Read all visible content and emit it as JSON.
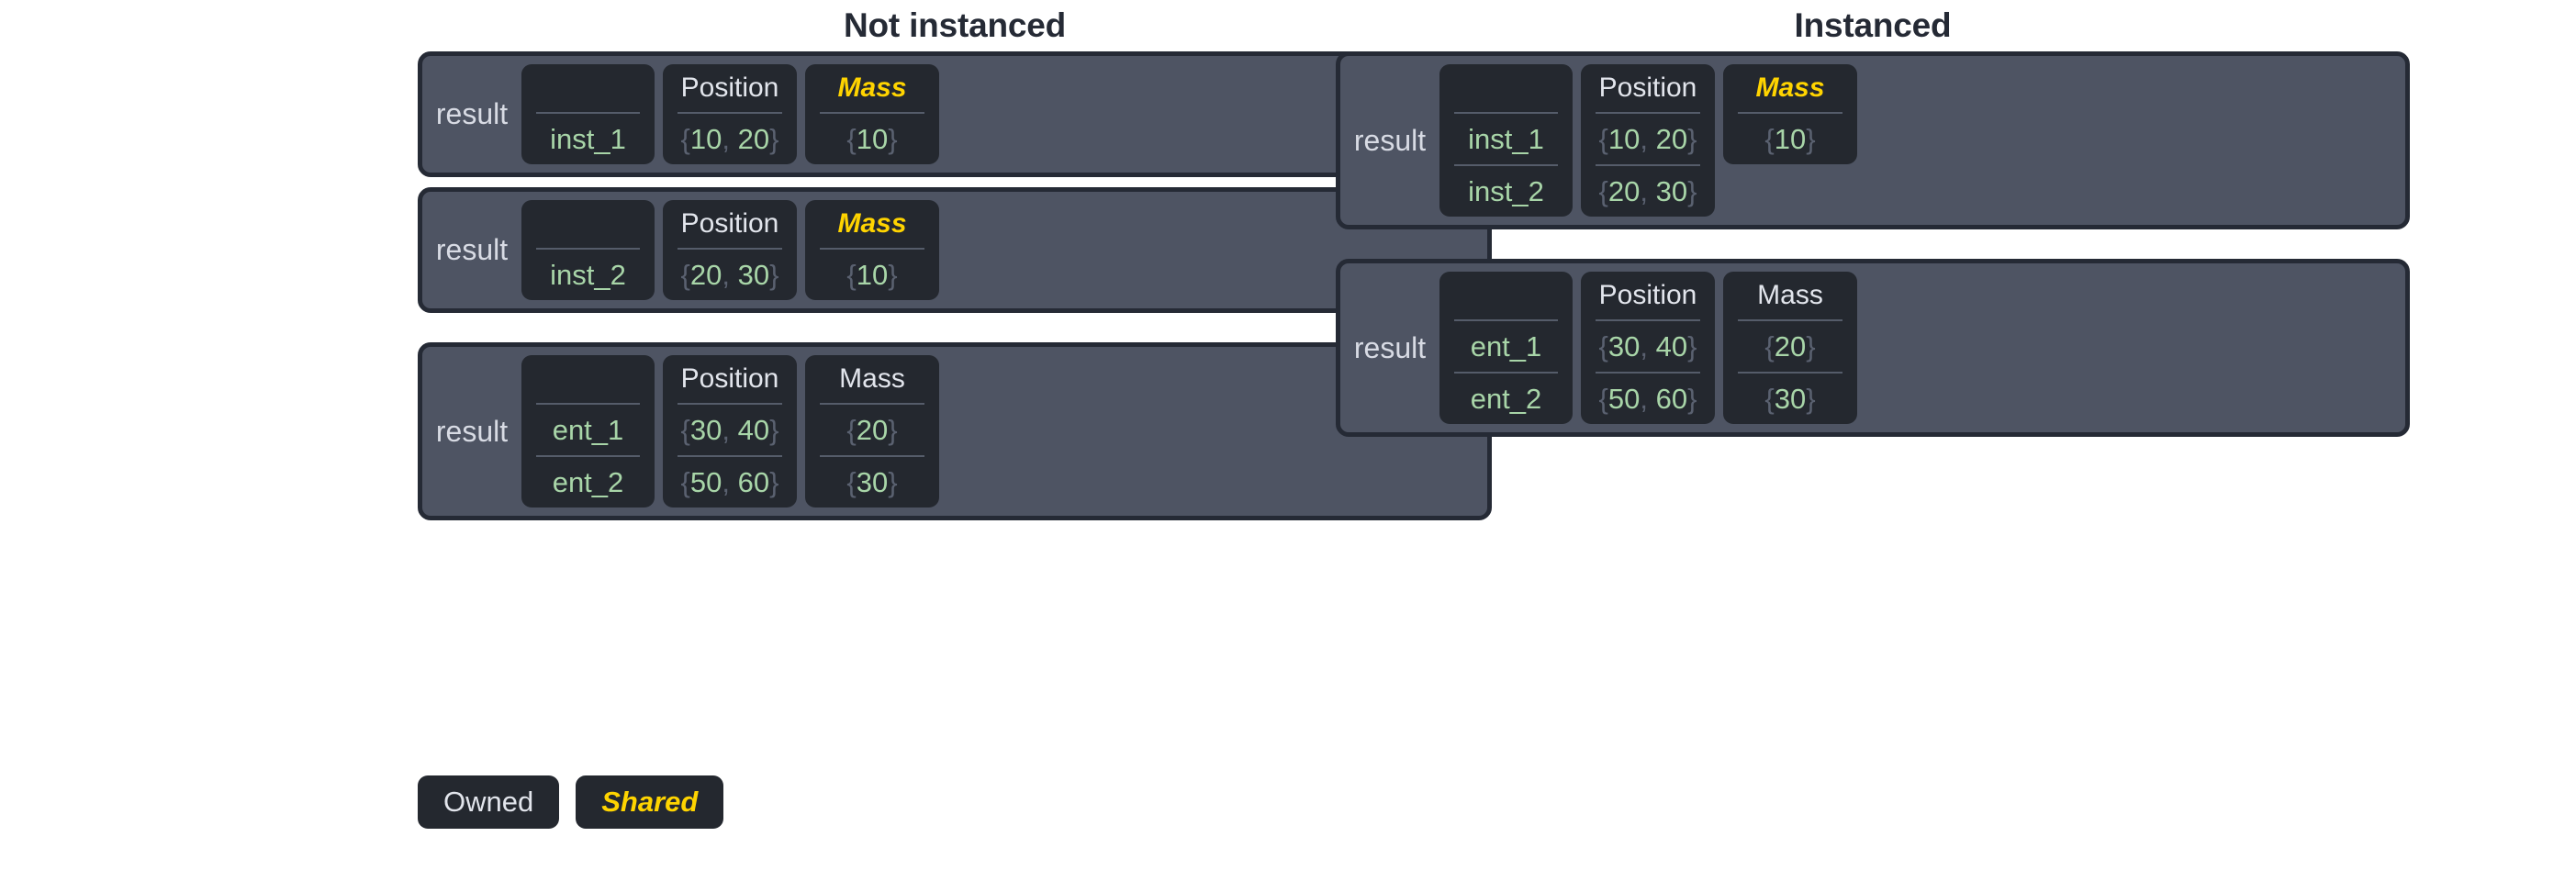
{
  "legend": {
    "owned_label": "Owned",
    "shared_label": "Shared",
    "owned_color": "#e2e5ec",
    "shared_color": "#ffd400"
  },
  "colors": {
    "page_background": "#ffffff",
    "title": "#252a35",
    "card_fill": "#4e5463",
    "card_border": "#252a35",
    "column_fill": "#24282f",
    "divider": "#555c6a",
    "value_green": "#a8d5a8",
    "brace_gray": "#5a6170",
    "label_gray": "#d8dbe4",
    "header_white": "#e2e5ec",
    "shared_yellow": "#ffd400"
  },
  "panels": [
    {
      "title": "Not instanced",
      "tables": [
        {
          "label": "result",
          "columns": [
            {
              "header": "",
              "shared": false
            },
            {
              "header": "Position",
              "shared": false
            },
            {
              "header": "Mass",
              "shared": true
            }
          ],
          "rows": [
            {
              "id": "inst_1",
              "position": "{10, 20}",
              "mass": "{10}"
            }
          ]
        },
        {
          "label": "result",
          "columns": [
            {
              "header": "",
              "shared": false
            },
            {
              "header": "Position",
              "shared": false
            },
            {
              "header": "Mass",
              "shared": true
            }
          ],
          "rows": [
            {
              "id": "inst_2",
              "position": "{20, 30}",
              "mass": "{10}"
            }
          ]
        },
        {
          "label": "result",
          "columns": [
            {
              "header": "",
              "shared": false
            },
            {
              "header": "Position",
              "shared": false
            },
            {
              "header": "Mass",
              "shared": false
            }
          ],
          "rows": [
            {
              "id": "ent_1",
              "position": "{30, 40}",
              "mass": "{20}"
            },
            {
              "id": "ent_2",
              "position": "{50, 60}",
              "mass": "{30}"
            }
          ]
        }
      ]
    },
    {
      "title": "Instanced",
      "tables": [
        {
          "label": "result",
          "columns": [
            {
              "header": "",
              "shared": false
            },
            {
              "header": "Position",
              "shared": false
            },
            {
              "header": "Mass",
              "shared": true
            }
          ],
          "rows": [
            {
              "id": "inst_1",
              "position": "{10, 20}",
              "mass": "{10}"
            },
            {
              "id": "inst_2",
              "position": "{20, 30}",
              "mass": null
            }
          ]
        },
        {
          "label": "result",
          "columns": [
            {
              "header": "",
              "shared": false
            },
            {
              "header": "Position",
              "shared": false
            },
            {
              "header": "Mass",
              "shared": false
            }
          ],
          "rows": [
            {
              "id": "ent_1",
              "position": "{30, 40}",
              "mass": "{20}"
            },
            {
              "id": "ent_2",
              "position": "{50, 60}",
              "mass": "{30}"
            }
          ]
        }
      ]
    }
  ]
}
